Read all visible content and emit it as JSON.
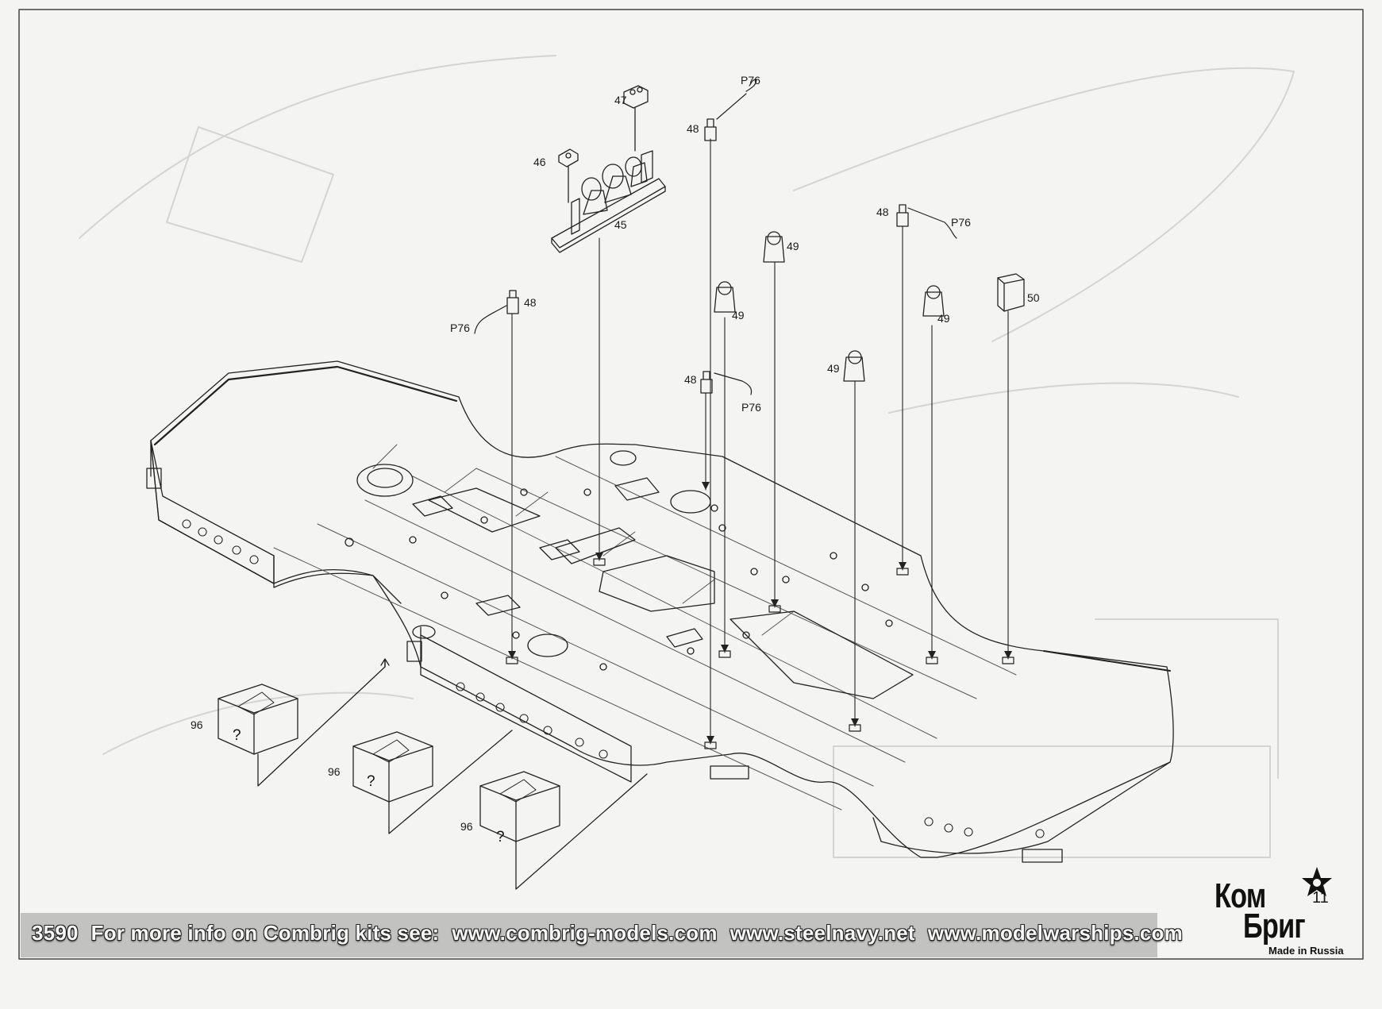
{
  "sheet": {
    "page_number": "11",
    "footer": {
      "kit_number": "3590",
      "info_text": "For more info on Combrig kits see:",
      "links": [
        "www.combrig-models.com",
        "www.steelnavy.net",
        "www.modelwarships.com"
      ]
    },
    "brand": {
      "line1": "Ком",
      "line2": "Бриг",
      "tagline": "Made in Russia"
    }
  },
  "parts": {
    "p45": "45",
    "p46": "46",
    "p47": "47",
    "p48": "48",
    "p49": "49",
    "p50": "50",
    "p96": "96",
    "p76": "P76",
    "unknown": "?"
  }
}
